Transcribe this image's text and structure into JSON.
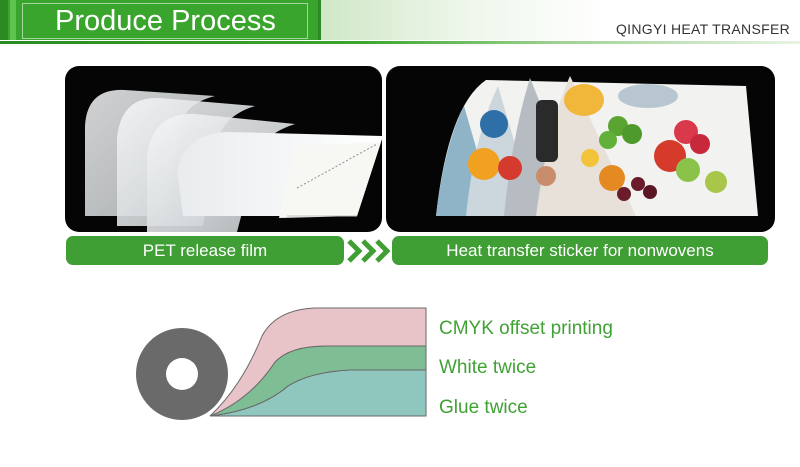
{
  "header": {
    "title": "Produce Process",
    "brand": "QINGYI HEAT TRANSFER"
  },
  "panels": {
    "left_label": "PET release film",
    "right_label": "Heat transfer sticker for nonwovens"
  },
  "layers": [
    {
      "label": "CMYK offset printing",
      "color": "#e8c4c9"
    },
    {
      "label": "White twice",
      "color": "#7fbd94"
    },
    {
      "label": "Glue twice",
      "color": "#8fc7bf"
    }
  ],
  "colors": {
    "accent_green": "#3aa52c",
    "label_green": "#3f9e34",
    "roll_gray": "#6a6a6a"
  }
}
